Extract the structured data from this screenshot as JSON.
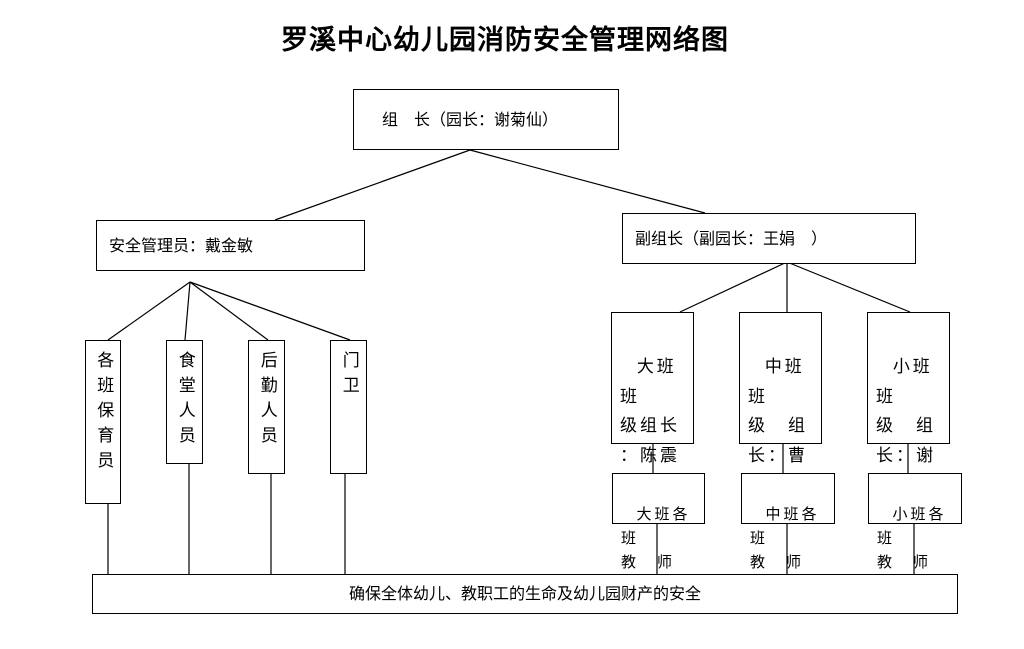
{
  "title": "罗溪中心幼儿园消防安全管理网络图",
  "leader": "组　长（园长：谢菊仙）",
  "safety_admin": "安全管理员：戴金敏",
  "vice_leader": "副组长（副园长：王娟　）",
  "staff": [
    "各班保育员",
    "食堂人员",
    "后勤人员",
    "门卫"
  ],
  "grade_leaders": [
    "大班班\n级组长\n：陈震\n霞",
    "中班班\n级　组\n长：曹\n琪",
    "小班班\n级　组\n长：谢\n琴芬"
  ],
  "teachers": [
    "大班各班\n教　师",
    "中班各班\n教　师",
    "小班各班\n教　师"
  ],
  "goal": "确保全体幼儿、教职工的生命及幼儿园财产的安全"
}
